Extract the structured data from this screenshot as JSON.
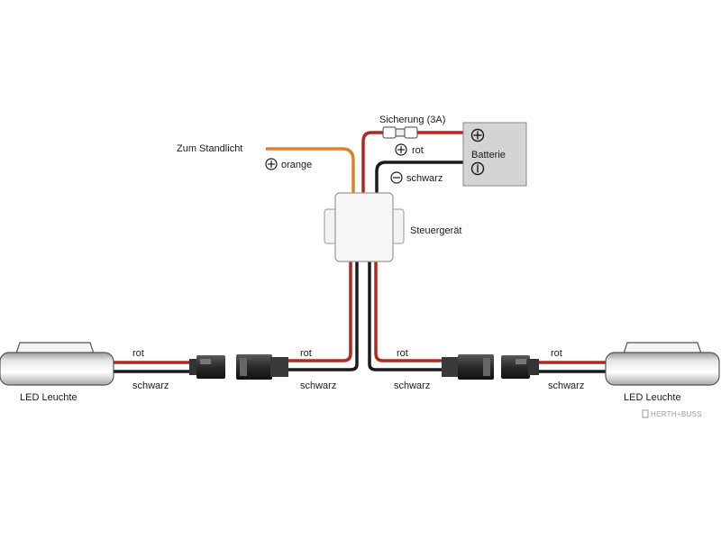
{
  "labels": {
    "fuse": "Sicherung (3A)",
    "standlicht": "Zum Standlicht",
    "orange": "orange",
    "rot_top": "rot",
    "schwarz_top": "schwarz",
    "batterie": "Batterie",
    "steuergeraet": "Steuergerät",
    "rot_1": "rot",
    "schwarz_1": "schwarz",
    "rot_2": "rot",
    "schwarz_2": "schwarz",
    "rot_3": "rot",
    "schwarz_3": "schwarz",
    "rot_4": "rot",
    "schwarz_4": "schwarz",
    "led_left": "LED Leuchte",
    "led_right": "LED Leuchte"
  },
  "watermark": "HERTH+BUSS",
  "colors": {
    "wire_red": "#b3271f",
    "wire_black": "#1a1a1a",
    "wire_orange": "#d9822b",
    "box_fill": "#d4d4d4",
    "controller_fill": "#f7f7f7"
  },
  "icons": {
    "plus": "plus-symbol-icon",
    "minus": "minus-symbol-icon"
  }
}
